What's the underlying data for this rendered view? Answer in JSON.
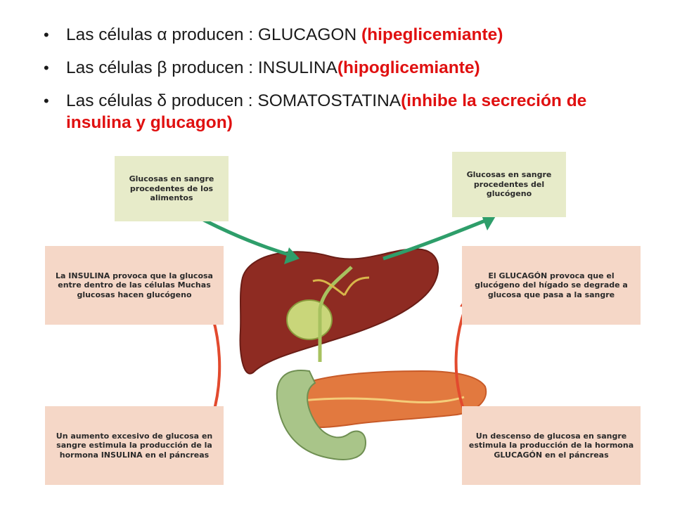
{
  "bullets": [
    {
      "prefix": "Las células α producen : GLUCAGON ",
      "highlight": "(hipeglicemiante)"
    },
    {
      "prefix": "Las células β producen : INSULINA",
      "highlight": "(hipoglicemiante)"
    },
    {
      "prefix": "Las células δ producen : SOMATOSTATINA",
      "highlight": "(inhibe la secreción de insulina y glucagon)"
    }
  ],
  "boxes": {
    "glucose_food": "Glucosas en sangre procedentes de los alimentos",
    "glucose_glycogen": "Glucosas en sangre procedentes del glucógeno",
    "insulin_effect": "La INSULINA provoca que la glucosa entre dentro de las células Muchas glucosas hacen glucógeno",
    "glucagon_effect": "El GLUCAGÓN provoca que el glucógeno del hígado se degrade a glucosa que pasa a la sangre",
    "insulin_trigger": "Un aumento excesivo de glucosa en sangre estimula la producción de la hormona INSULINA en el páncreas",
    "glucagon_trigger": "Un descenso de glucosa en sangre estimula la producción de la hormona GLUCAGÓN en el páncreas"
  },
  "colors": {
    "highlight_red": "#e01010",
    "green_box": "#e7ebc9",
    "pink_box": "#f5d7c7",
    "green_arrow": "#2e9e6a",
    "red_arrow": "#e24a2e",
    "liver": "#8e2b22",
    "pancreas": "#e2793f",
    "duodenum": "#a9c589"
  }
}
